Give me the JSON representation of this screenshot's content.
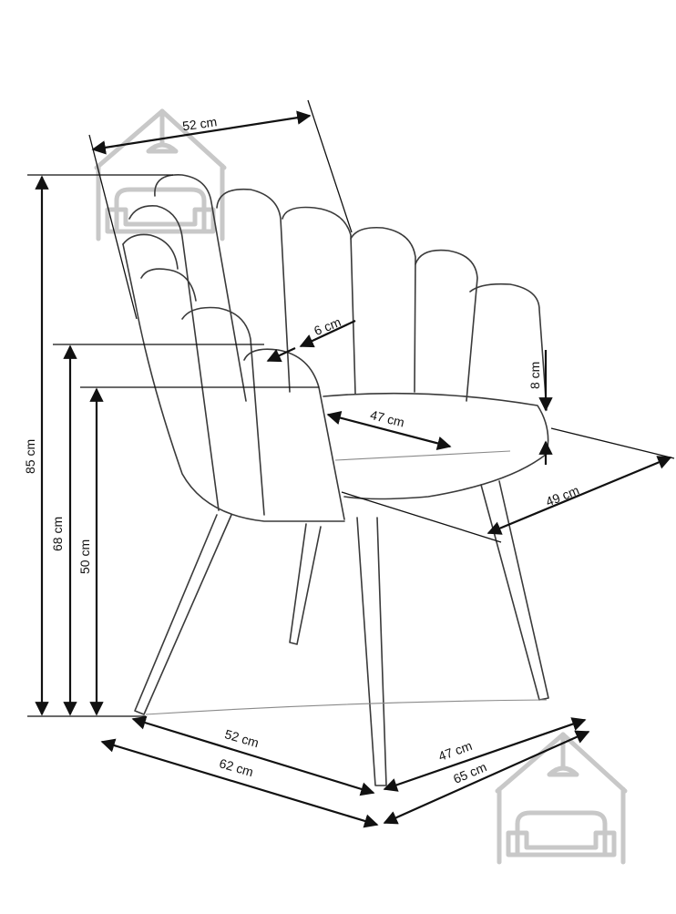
{
  "dimensions": {
    "top_width": "52 cm",
    "petal_thickness": "6 cm",
    "seat_cushion": "8 cm",
    "seat_depth": "47 cm",
    "armrest_depth": "49 cm",
    "total_height": "85 cm",
    "armrest_height": "68 cm",
    "seat_height": "50 cm",
    "base_width": "52 cm",
    "overall_width": "62 cm",
    "base_depth": "47 cm",
    "overall_depth": "65 cm"
  },
  "logos": [
    {
      "icon": "home-sofa-icon",
      "color": "#c8c8c8"
    },
    {
      "icon": "home-sofa-icon",
      "color": "#c8c8c8"
    }
  ]
}
